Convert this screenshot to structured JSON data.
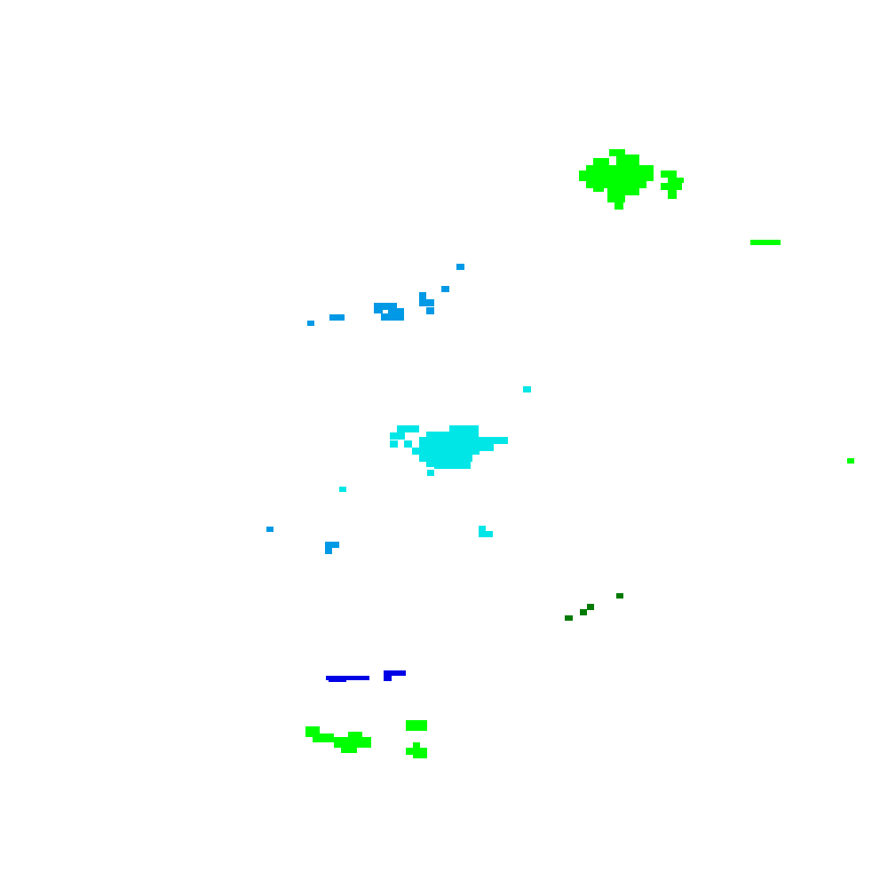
{
  "colors": {
    "background": "#ffffff",
    "bright_green": "#00ff00",
    "sky_blue": "#0099e6",
    "cyan": "#00e6e6",
    "dark_green": "#007a00",
    "blue": "#0000e6"
  },
  "clusters": [
    {
      "name": "bright-green-cluster-top-right",
      "color": "bright_green"
    },
    {
      "name": "bright-green-streak-right",
      "color": "bright_green"
    },
    {
      "name": "sky-blue-cluster-upper-left",
      "color": "sky_blue"
    },
    {
      "name": "cyan-cluster-center",
      "color": "cyan"
    },
    {
      "name": "bright-green-dot-far-right",
      "color": "bright_green"
    },
    {
      "name": "sky-blue-dots-lower-left",
      "color": "sky_blue"
    },
    {
      "name": "dark-green-dots-lower-right",
      "color": "dark_green"
    },
    {
      "name": "blue-streaks-bottom",
      "color": "blue"
    },
    {
      "name": "bright-green-cluster-bottom",
      "color": "bright_green"
    }
  ]
}
